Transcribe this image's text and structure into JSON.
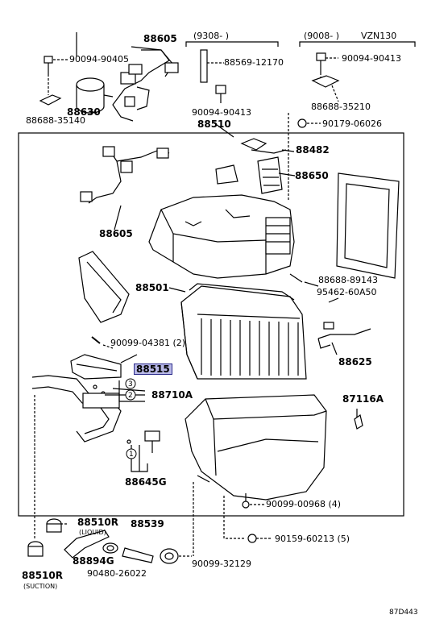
{
  "parts": {
    "p88605_top": "88605",
    "p9308": "(9308-      )",
    "p9008": "(9008-      )",
    "vzn130": "VZN130",
    "p90094_90405": "90094-90405",
    "p88569": "88569-12170",
    "p90094_90413_r": "90094-90413",
    "p88630": "88630",
    "p88688_35140": "88688-35140",
    "p90094_90413_m": "90094-90413",
    "p88688_35210": "88688-35210",
    "p88510": "88510",
    "p90179": "90179-06026",
    "p88482": "88482",
    "p88650": "88650",
    "p88605_mid": "88605",
    "p88688_89143": "88688-89143",
    "p95462": "95462-60A50",
    "p88501": "88501",
    "p90099_04381": "90099-04381 (2)",
    "p88625": "88625",
    "p88515": "88515",
    "c3": "3",
    "c2": "2",
    "p88710a": "88710A",
    "p87116a": "87116A",
    "c1": "1",
    "p88645g": "88645G",
    "p90099_00968": "90099-00968 (4)",
    "p88510r_liq": "88510R",
    "liquid": "(LIQUID)",
    "p88539": "88539",
    "p90159": "90159-60213 (5)",
    "p88894g": "88894G",
    "p88510r_suc": "88510R",
    "suction": "(SUCTION)",
    "p90480": "90480-26022",
    "p90099_32129": "90099-32129",
    "fig": "87D443"
  },
  "colors": {
    "highlight": "#b8b8e6",
    "highlight_border": "#2b2b8a"
  }
}
